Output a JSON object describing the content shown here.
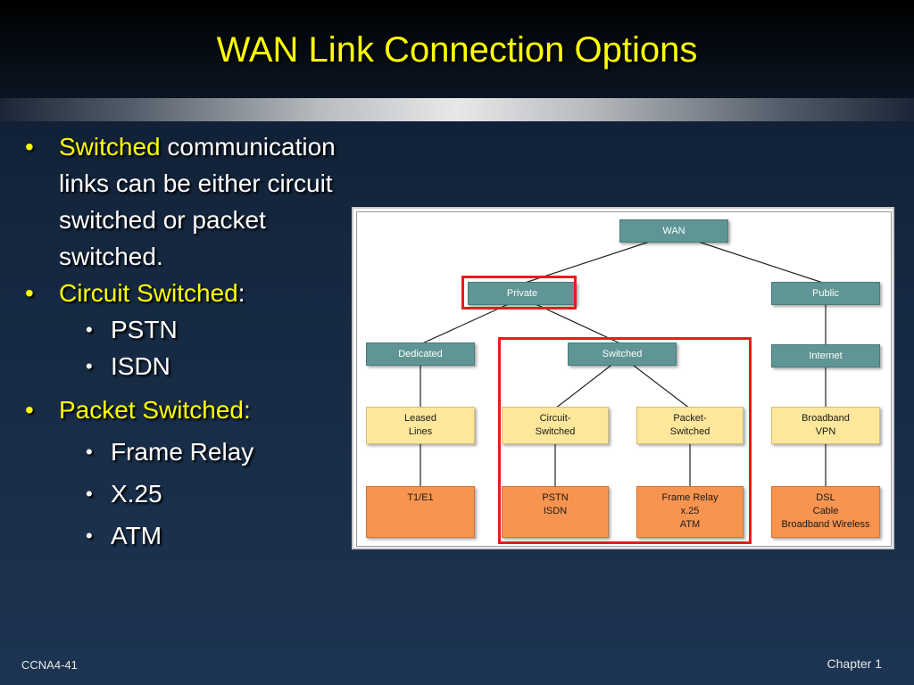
{
  "slide": {
    "title": "WAN Link Connection Options",
    "footer_left": "CCNA4-41",
    "footer_right": "Chapter 1"
  },
  "bullets": {
    "b1": "Switched communication links can be either circuit switched or packet switched.",
    "b2_label": "Circuit Switched",
    "b2_colon": ":",
    "b2_items": [
      "PSTN",
      "ISDN"
    ],
    "b3_label": "Packet Switched:",
    "b3_items": [
      "Frame Relay",
      "X.25",
      "ATM"
    ]
  },
  "diagram": {
    "root": "WAN",
    "level1": [
      "Private",
      "Public"
    ],
    "level2": [
      "Dedicated",
      "Switched",
      "Internet"
    ],
    "level3": [
      [
        "Leased",
        "Lines"
      ],
      [
        "Circuit-",
        "Switched"
      ],
      [
        "Packet-",
        "Switched"
      ],
      [
        "Broadband",
        "VPN"
      ]
    ],
    "level4": [
      [
        "T1/E1"
      ],
      [
        "PSTN",
        "ISDN"
      ],
      [
        "Frame Relay",
        "x.25",
        "ATM"
      ],
      [
        "DSL",
        "Cable",
        "Broadband Wireless"
      ]
    ],
    "colors": {
      "category": "#5f9595",
      "type": "#fde79a",
      "technology": "#f7944f",
      "highlight": "#e81c1c"
    }
  }
}
